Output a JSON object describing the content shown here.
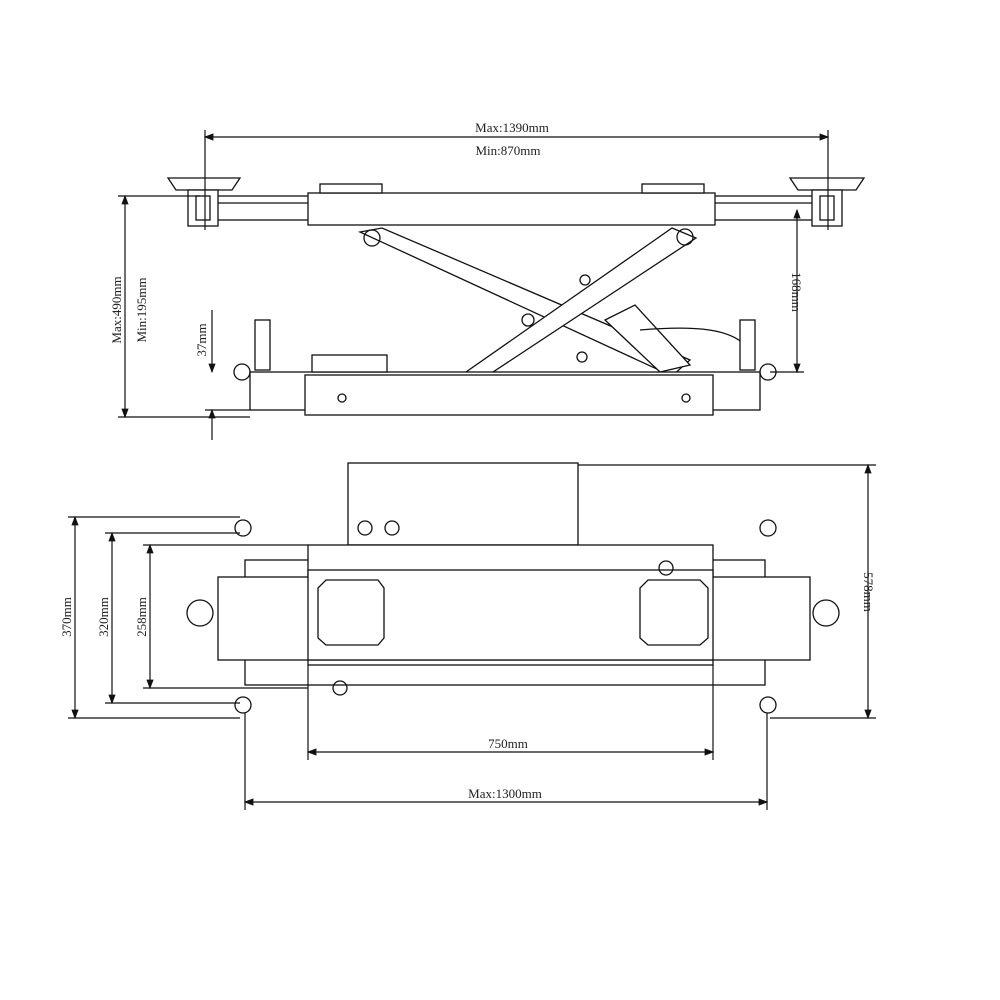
{
  "side_view": {
    "max_length": "Max:1390mm",
    "min_length": "Min:870mm",
    "max_height": "Max:490mm",
    "min_height": "Min:195mm",
    "base_height": "37mm",
    "arm_height": "168mm"
  },
  "plan_view": {
    "width_outer": "370mm",
    "width_mid": "320mm",
    "width_inner": "258mm",
    "total_width": "578mm",
    "platform_length": "750mm",
    "max_span": "Max:1300mm"
  }
}
